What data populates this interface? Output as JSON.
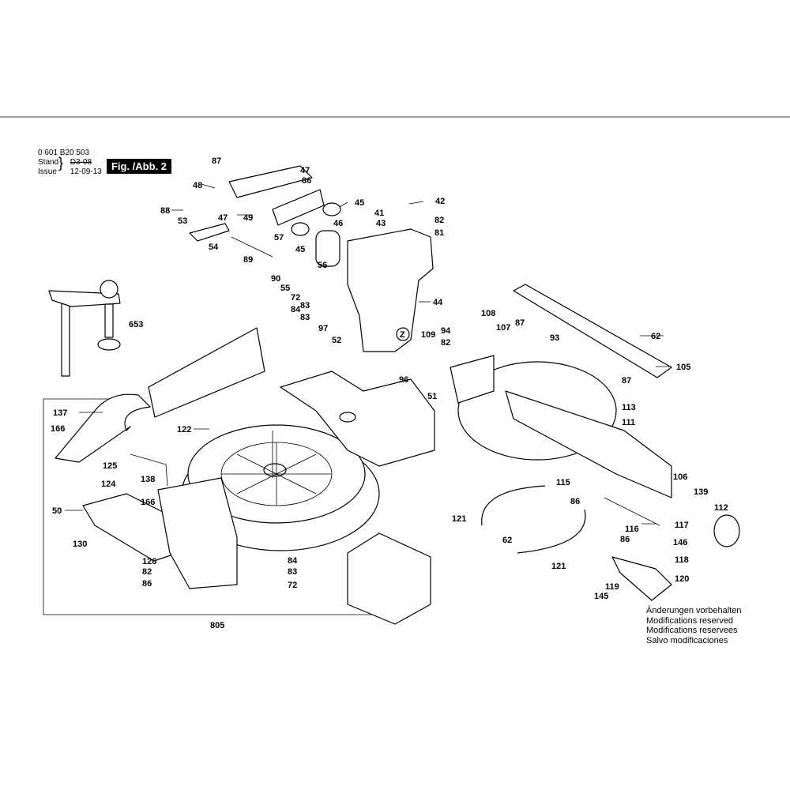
{
  "header": {
    "part_number": "0 601 B20 503",
    "stand_label": "Stand",
    "stand_value": "D3-08",
    "issue_label": "Issue",
    "issue_value": "12-09-13"
  },
  "figure_badge": "Fig. /Abb. 2",
  "notice": [
    "Änderungen vorbehalten",
    "Modifications reserved",
    "Modifications reservees",
    "Salvo modificaciones"
  ],
  "callouts": {
    "c87a": "87",
    "c47a": "47",
    "c48": "48",
    "c86a": "86",
    "c45a": "45",
    "c42": "42",
    "c88": "88",
    "c53": "53",
    "c47b": "47",
    "c49": "49",
    "c57": "57",
    "c41": "41",
    "c43": "43",
    "c82a": "82",
    "c81": "81",
    "c46": "46",
    "c54": "54",
    "c45b": "45",
    "c56": "56",
    "c89": "89",
    "c90": "90",
    "c55": "55",
    "c72a": "72",
    "c83a": "83",
    "c84a": "84",
    "c83b": "83",
    "c44": "44",
    "c108": "108",
    "c97": "97",
    "c52": "52",
    "c653": "653",
    "c94": "94",
    "c107": "107",
    "c87b": "87",
    "c82b": "82",
    "c93": "93",
    "c62a": "62",
    "cZ": "Z",
    "c109": "109",
    "c105": "105",
    "c96": "96",
    "c51": "51",
    "c87c": "87",
    "c137": "137",
    "c166a": "166",
    "c113": "113",
    "c111": "111",
    "c122": "122",
    "c125": "125",
    "c106": "106",
    "c138": "138",
    "c124": "124",
    "c115": "115",
    "c139": "139",
    "c166b": "166",
    "c50": "50",
    "c86b": "86",
    "c112": "112",
    "c121a": "121",
    "c117": "117",
    "c116": "116",
    "c62b": "62",
    "c86c": "86",
    "c130": "130",
    "c146": "146",
    "c121b": "121",
    "c118": "118",
    "c126": "126",
    "c84b": "84",
    "c82c": "82",
    "c83c": "83",
    "c120": "120",
    "c86d": "86",
    "c72b": "72",
    "c119": "119",
    "c145": "145",
    "c805": "805"
  }
}
